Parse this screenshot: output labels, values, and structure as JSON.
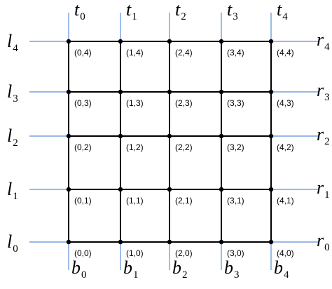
{
  "diagram": {
    "top_labels": [
      {
        "letter": "t",
        "sub": "0"
      },
      {
        "letter": "t",
        "sub": "1"
      },
      {
        "letter": "t",
        "sub": "2"
      },
      {
        "letter": "t",
        "sub": "3"
      },
      {
        "letter": "t",
        "sub": "4"
      }
    ],
    "bottom_labels": [
      {
        "letter": "b",
        "sub": "0"
      },
      {
        "letter": "b",
        "sub": "1"
      },
      {
        "letter": "b",
        "sub": "2"
      },
      {
        "letter": "b",
        "sub": "3"
      },
      {
        "letter": "b",
        "sub": "4"
      }
    ],
    "left_labels": [
      {
        "letter": "l",
        "sub": "0"
      },
      {
        "letter": "l",
        "sub": "1"
      },
      {
        "letter": "l",
        "sub": "2"
      },
      {
        "letter": "l",
        "sub": "3"
      },
      {
        "letter": "l",
        "sub": "4"
      }
    ],
    "right_labels": [
      {
        "letter": "r",
        "sub": "0"
      },
      {
        "letter": "r",
        "sub": "1"
      },
      {
        "letter": "r",
        "sub": "2"
      },
      {
        "letter": "r",
        "sub": "3"
      },
      {
        "letter": "r",
        "sub": "4"
      }
    ],
    "node_labels": [
      [
        "(0,0)",
        "(1,0)",
        "(2,0)",
        "(3,0)",
        "(4,0)"
      ],
      [
        "(0,1)",
        "(1,1)",
        "(2,1)",
        "(3,1)",
        "(4,1)"
      ],
      [
        "(0,2)",
        "(1,2)",
        "(2,2)",
        "(3,2)",
        "(4,2)"
      ],
      [
        "(0,3)",
        "(1,3)",
        "(2,3)",
        "(3,3)",
        "(4,3)"
      ],
      [
        "(0,4)",
        "(1,4)",
        "(2,4)",
        "(3,4)",
        "(4,4)"
      ]
    ],
    "colors": {
      "guide": "#5b8fd6",
      "edge": "#000000"
    }
  }
}
